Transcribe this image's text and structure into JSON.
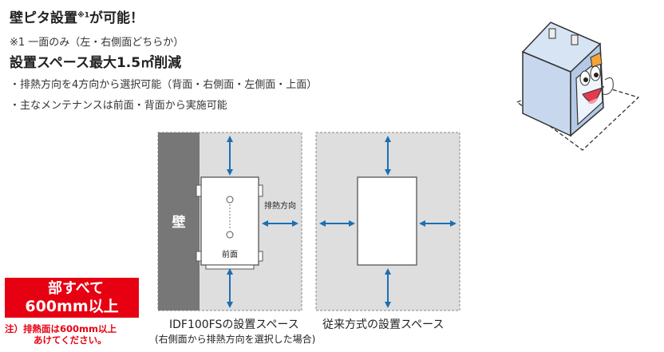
{
  "heading1": {
    "text": "壁ピタ設置",
    "sup": "※1",
    "suffix": "が可能！"
  },
  "note1": "※1 一面のみ（左・右側面どちらか）",
  "heading2": "設置スペース最大1.5㎡削減",
  "bullets": [
    "・排熱方向を4方向から選択可能（背面・右側面・左側面・上面）",
    "・主なメンテナンスは前面・背面から実施可能"
  ],
  "diagram_left": {
    "wall_label": "壁",
    "exhaust_label": "排熱方向",
    "front_label": "前面",
    "caption": "IDF100FSの設置スペース",
    "subcaption": "(右側面から排熱方向を選択した場合)"
  },
  "diagram_right": {
    "caption": "従来方式の設置スペース"
  },
  "badge": {
    "line1": "部すべて",
    "line2": "600mm以上"
  },
  "warning": {
    "line1": "注）排熱面は600mm以上",
    "line2": "あけてください。"
  },
  "colors": {
    "accent": "#e60012",
    "arrow": "#1a6fb3",
    "space_fill": "#dedede",
    "wall_fill": "#777777"
  }
}
